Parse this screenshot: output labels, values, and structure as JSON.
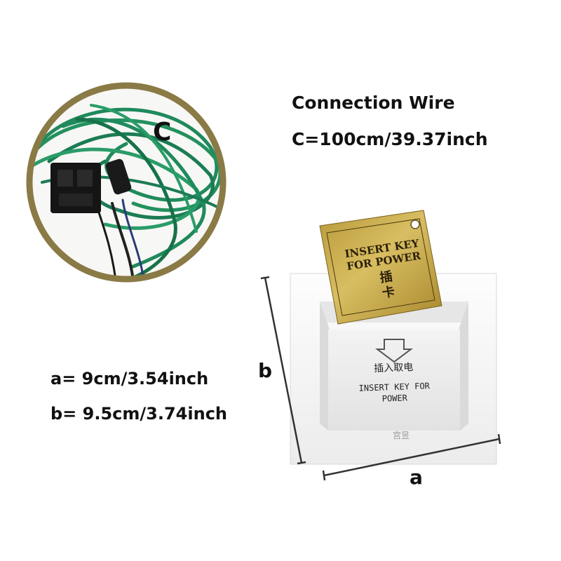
{
  "connection": {
    "title": "Connection Wire",
    "length": "C=100cm/39.37inch",
    "circle_label": "C"
  },
  "dimensions": {
    "a": "a= 9cm/3.54inch",
    "b": "b= 9.5cm/3.74inch",
    "a_label": "a",
    "b_label": "b"
  },
  "key_card": {
    "line1": "INSERT KEY",
    "line2": "FOR POWER",
    "chinese1": "插",
    "chinese2": "卡"
  },
  "switch_face": {
    "chinese": "插入取电",
    "line1": "INSERT KEY FOR",
    "line2": "POWER",
    "brand": "宫昱"
  },
  "colors": {
    "circle_border": "#8a7a45",
    "wire_green": "#1f8a5c",
    "card_gold": "#c9a646",
    "plate_white": "#f6f6f6",
    "dimension_line": "#333333"
  }
}
